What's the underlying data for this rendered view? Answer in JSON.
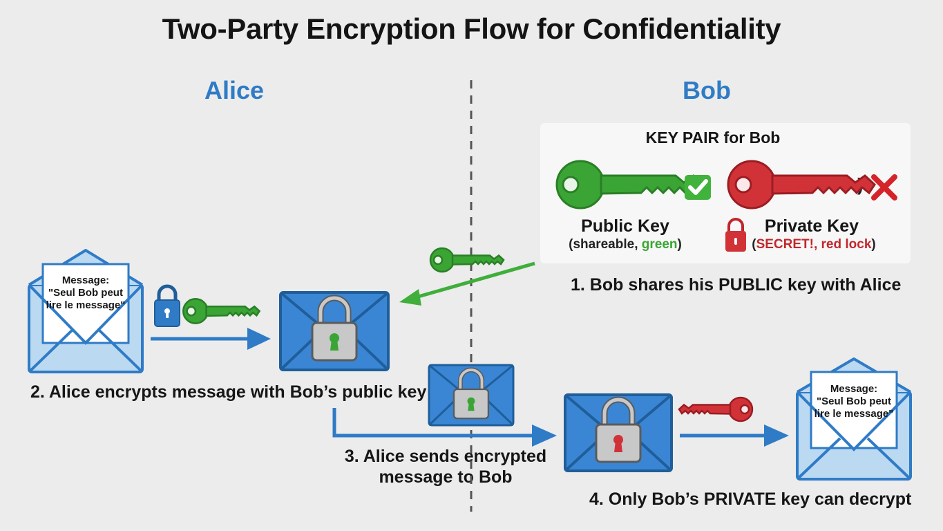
{
  "title": "Two-Party Encryption Flow for Confidentiality",
  "parties": {
    "alice": "Alice",
    "bob": "Bob"
  },
  "key_pair": {
    "heading": "KEY PAIR for Bob",
    "public_label": "Public Key",
    "public_note_prefix": "(shareable, ",
    "public_note_colored": "green",
    "public_note_suffix": ")",
    "private_label": "Private Key",
    "private_note_prefix": "(",
    "private_note_colored": "SECRET!, red lock",
    "private_note_suffix": ")",
    "stray_paren": ")"
  },
  "steps": {
    "step1": "1. Bob shares his PUBLIC key with Alice",
    "step2": "2. Alice encrypts message with Bob’s public key",
    "step3_line1": "3. Alice sends encrypted",
    "step3_line2": "message to Bob",
    "step4": "4. Only Bob’s PRIVATE key can decrypt"
  },
  "message": {
    "line1": "Message:",
    "line2": "\"Seul Bob peut",
    "line3": "lire le message\""
  },
  "colors": {
    "blue": "#2f7bc6",
    "green": "#3aa534",
    "red": "#c0272d",
    "envelope_fill": "#3a86d4",
    "envelope_light": "#bcd9f2"
  },
  "icons": {
    "public_key": "green-key-icon",
    "private_key": "red-key-icon",
    "check": "check-mark-icon",
    "cross": "cross-mark-icon",
    "lock": "padlock-icon",
    "envelope": "envelope-icon"
  }
}
